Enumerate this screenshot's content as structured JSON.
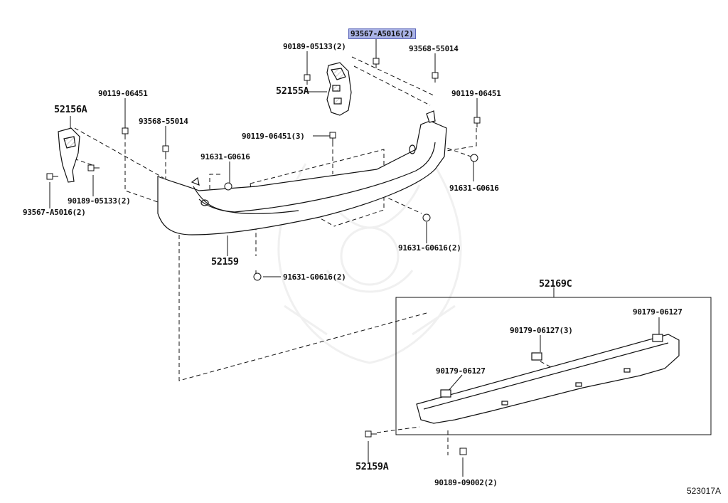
{
  "diagram": {
    "labels": [
      {
        "id": "p-93567-top",
        "text": "93567-A5016(2)",
        "highlight": true
      },
      {
        "id": "p-90189-05133-top",
        "text": "90189-05133(2)"
      },
      {
        "id": "p-93568-top-right",
        "text": "93568-55014"
      },
      {
        "id": "p-52155a",
        "text": "52155A",
        "big": true
      },
      {
        "id": "p-90119-left",
        "text": "90119-06451"
      },
      {
        "id": "p-52156a",
        "text": "52156A",
        "big": true
      },
      {
        "id": "p-90119-right",
        "text": "90119-06451"
      },
      {
        "id": "p-93568-left",
        "text": "93568-55014"
      },
      {
        "id": "p-90119-center",
        "text": "90119-06451(3)"
      },
      {
        "id": "p-91631-upper-left",
        "text": "91631-G0616"
      },
      {
        "id": "p-91631-right",
        "text": "91631-G0616"
      },
      {
        "id": "p-90189-05133-left",
        "text": "90189-05133(2)"
      },
      {
        "id": "p-93567-left",
        "text": "93567-A5016(2)"
      },
      {
        "id": "p-52159",
        "text": "52159",
        "big": true
      },
      {
        "id": "p-91631-center",
        "text": "91631-G0616(2)"
      },
      {
        "id": "p-91631-lower",
        "text": "91631-G0616(2)"
      },
      {
        "id": "p-52169c",
        "text": "52169C",
        "big": true
      },
      {
        "id": "p-90179-right",
        "text": "90179-06127"
      },
      {
        "id": "p-90179-center",
        "text": "90179-06127(3)"
      },
      {
        "id": "p-90179-left",
        "text": "90179-06127"
      },
      {
        "id": "p-52159a",
        "text": "52159A",
        "big": true
      },
      {
        "id": "p-90189-09002",
        "text": "90189-09002(2)"
      }
    ],
    "diagram_code": "523017A"
  }
}
